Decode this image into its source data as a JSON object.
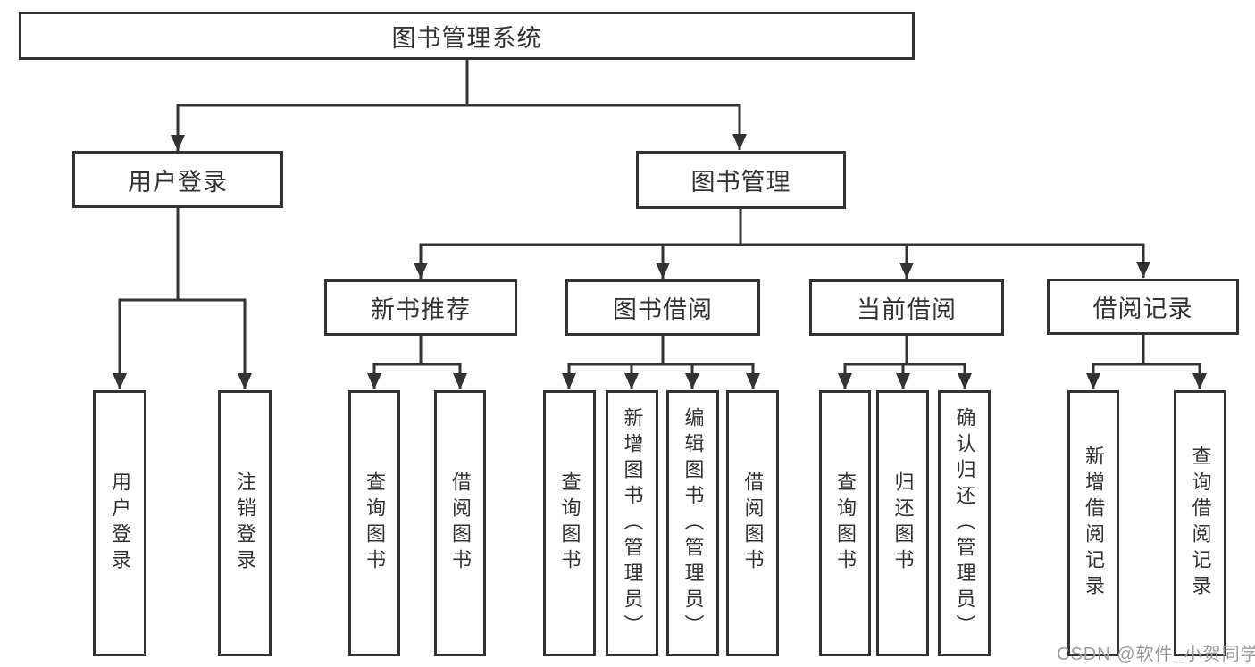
{
  "diagram_title": "图书管理系统",
  "nodes": {
    "root": "图书管理系统",
    "user_login": "用户登录",
    "book_mgmt": "图书管理",
    "new_book_rec": "新书推荐",
    "book_borrow": "图书借阅",
    "current_borrow": "当前借阅",
    "borrow_records": "借阅记录",
    "leaf_user_login": "用户登录",
    "leaf_logout": "注销登录",
    "leaf_nb_query": "查询图书",
    "leaf_nb_borrow": "借阅图书",
    "leaf_bb_query": "查询图书",
    "leaf_bb_add": "新增图书（管理员）",
    "leaf_bb_edit": "编辑图书（管理员）",
    "leaf_bb_borrow": "借阅图书",
    "leaf_cb_query": "查询图书",
    "leaf_cb_return": "归还图书",
    "leaf_cb_confirm": "确认归还（管理员）",
    "leaf_br_add": "新增借阅记录",
    "leaf_br_query": "查询借阅记录"
  },
  "watermark": "CSDN @软件_小贺同学",
  "colors": {
    "line": "#333333",
    "box_border": "#333333",
    "box_fill": "#ffffff",
    "text": "#333333",
    "watermark": "#9c9c9c",
    "background": "#ffffff"
  }
}
